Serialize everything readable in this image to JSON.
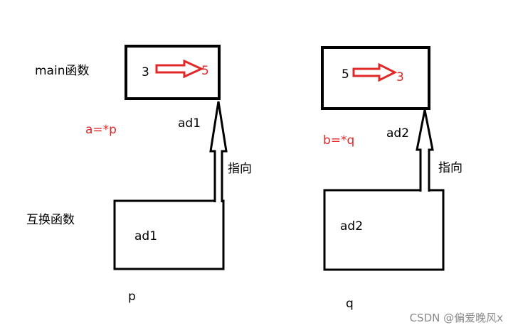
{
  "colors": {
    "stroke": "#000000",
    "accent_red": "#e02828",
    "watermark": "#8a8a8a"
  },
  "labels": {
    "main_func": "main函数",
    "swap_func": "互换函数",
    "a_expr": "a=*p",
    "b_expr": "b=*q",
    "ad1_top": "ad1",
    "ad2_top": "ad2",
    "points_to_left": "指向",
    "points_to_right": "指向",
    "p": "p",
    "q": "q"
  },
  "boxes": {
    "a_box": {
      "old_value": "3",
      "new_value": "5"
    },
    "b_box": {
      "old_value": "5",
      "new_value": "3"
    },
    "p_box": {
      "content": "ad1"
    },
    "q_box": {
      "content": "ad2"
    }
  },
  "watermark": "CSDN @偏爱晚风x"
}
